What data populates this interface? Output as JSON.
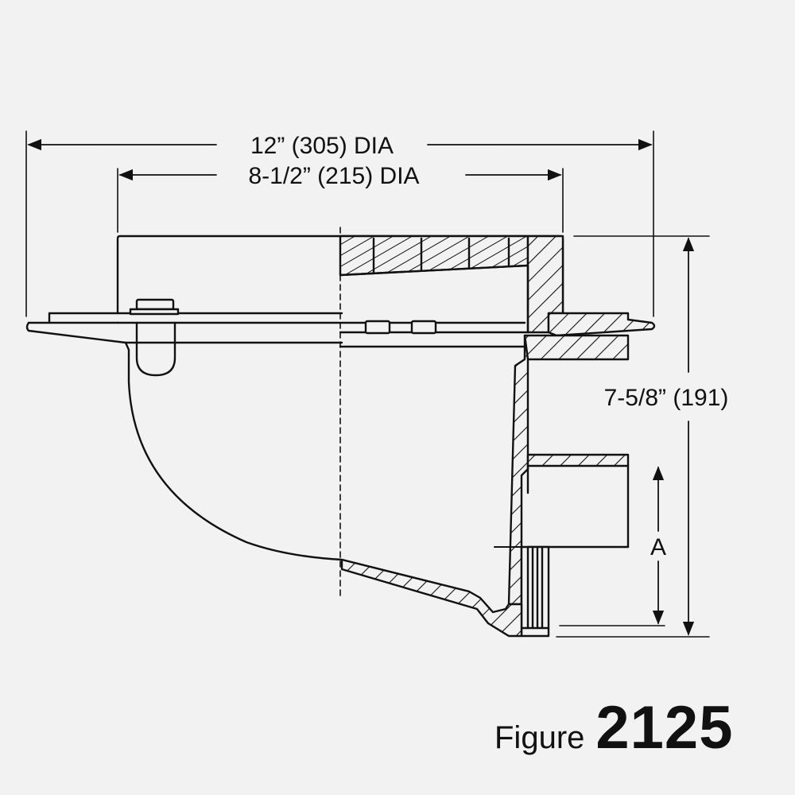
{
  "dimensions": {
    "overall_diameter": "12” (305) DIA",
    "inner_diameter": "8-1/2” (215) DIA",
    "height": "7-5/8” (191)",
    "outlet": "A"
  },
  "caption": {
    "prefix": "Figure",
    "number": "2125"
  },
  "colors": {
    "line": "#111111",
    "background": "#f2f2f2"
  }
}
